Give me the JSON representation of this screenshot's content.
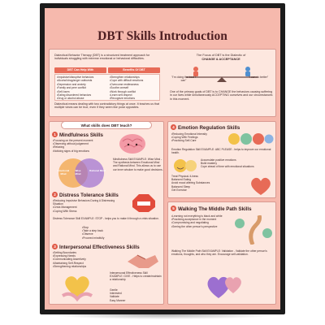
{
  "title": "DBT Skills Introduction",
  "intro": {
    "paragraph": "Dialectical Behavior Therapy (DBT) is a structured treatment approach for individuals struggling with extreme emotional or behavioral difficulties.",
    "table": {
      "col1_header": "DBT Can Help With",
      "col2_header": "Benefits Of DBT",
      "col1_items": [
        "Impulsive/disruptive behaviors",
        "Alcohol/drug/anger outbursts",
        "Depression and anxiety",
        "Family and peer conflict",
        "Self-harm",
        "Eating disordered behaviors",
        "Drug or alcohol abuse"
      ],
      "col2_items": [
        "Strengthen relationships",
        "Cope with difficult emotions",
        "Overcome restlessness",
        "Soothe oneself",
        "Work through conflict",
        "Learn self-respect",
        "Recognize emotions"
      ]
    },
    "note": "Dialectical means dealing with two contradictory things at once. It teaches us that multiple views can be true, even if they seem like polar opposites.",
    "focus_heading": "The Focus of DBT is the Dialectic of",
    "focus_subheading": "CHANGE & ACCEPTANCE",
    "quote_left": "\"I'm doing the best I can\"",
    "quote_right": "\"I can do better\"",
    "goal_text": "One of the primary goals of DBT is to CHANGE the behaviors causing suffering in our lives while simultaneously ACCEPTING ourselves and our circumstances in this moment."
  },
  "left_panel": {
    "pill": "What skills does DBT teach?",
    "sections": [
      {
        "number": "1",
        "heading": "Mindfulness Skills",
        "items": [
          "Focusing on the present moment",
          "Observing without judgement",
          "Relaxing",
          "Noticing signs of big emotions"
        ],
        "example": "Mindfulness Skill EXAMPLE: Wise Mind - The synthesis between Emotional Mind and Rational Mind. This allows us to use our inner wisdom to make good decisions.",
        "venn": [
          "Emotional Mind",
          "Wise Mind",
          "Rational Mind"
        ]
      },
      {
        "number": "2",
        "heading": "Distress Tolerance Skills",
        "items": [
          "Reducing Impulsive Behaviors During A Distressing Situation",
          "Crisis Management",
          "Coping With Stress"
        ],
        "example": "Distress Tolerance Skill EXAMPLE: STOP - helps you to make it through a crisis situation.",
        "stop_items": [
          "Stop",
          "Take a step back",
          "Observe",
          "Proceed mindfully"
        ]
      },
      {
        "number": "3",
        "heading": "Interpersonal Effectiveness Skills",
        "items": [
          "Setting Boundaries",
          "Expressing Needs",
          "Communicating Assertively",
          "Maintaining Self-Respect",
          "Strengthening relationships"
        ],
        "example": "Interpersonal Effectiveness Skill EXAMPLE: GIVE - Helps to create/maintain a relationship",
        "give_items": [
          "Gentle",
          "Interested",
          "Validate",
          "Easy Manner"
        ]
      }
    ]
  },
  "right_panel": {
    "sections": [
      {
        "number": "4",
        "heading": "Emotion Regulation Skills",
        "items": [
          "Reducing Emotional Intensity",
          "Coping With Feelings",
          "Practicing Self-Care"
        ],
        "example": "Emotion Regulation Skill EXAMPLE: ABC PLEASE - helps to improve our emotional health.",
        "abc_items": [
          "Accumulate positive emotions",
          "Build mastery",
          "Cope ahead of time with emotional situations"
        ],
        "please_items": [
          "Treat PhysicaL iLlness",
          "Balanced Eating",
          "Avoid mood altering Substances",
          "Balanced Sleep",
          "Get Exercise"
        ]
      },
      {
        "number": "5",
        "heading": "Walking The Middle Path Skills",
        "items": [
          "Learning not everything is black and white",
          "Practicing acceptance in the moment",
          "Compromising and negotiating",
          "Seeing the other person's perspective"
        ],
        "example": "Walking The Middle Path Skill EXAMPLE: Validation - Validate the other person's emotions, thoughts, and who they are. Encourage self-validation."
      }
    ]
  },
  "colors": {
    "background": "#f6b9ad",
    "panel": "#fde7df",
    "accent": "#e76b57",
    "title": "#4e1f22",
    "frame": "#1b1b1b"
  }
}
